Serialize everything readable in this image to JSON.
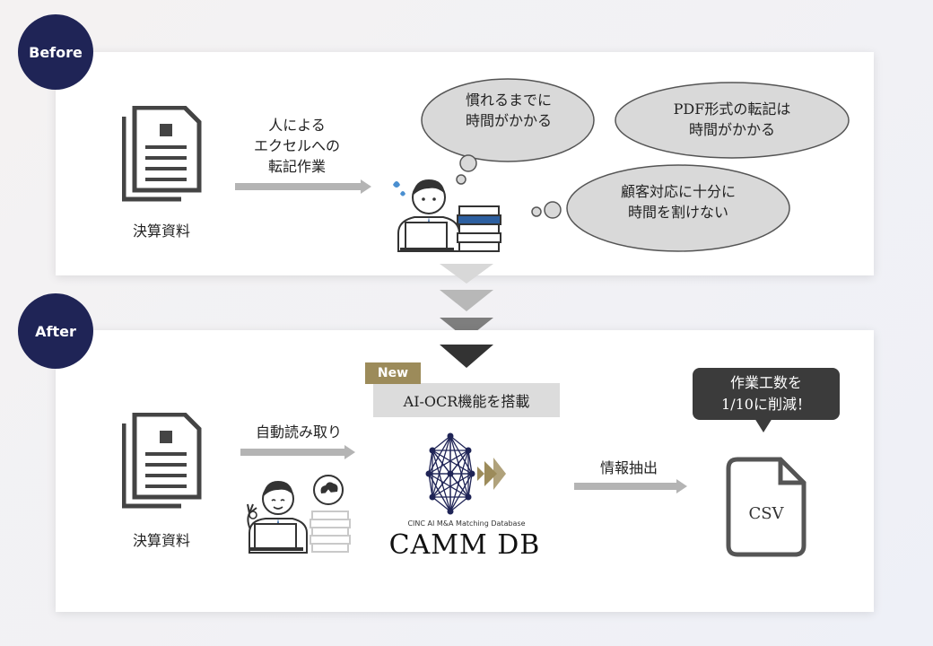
{
  "before": {
    "badge": "Before",
    "arrow_label": [
      "人による",
      "エクセルへの",
      "転記作業"
    ],
    "document_label": "決算資料",
    "clouds": [
      [
        "慣れるまでに",
        "時間がかかる"
      ],
      [
        "PDF形式の転記は",
        "時間がかかる"
      ],
      [
        "顧客対応に十分に",
        "時間を割けない"
      ]
    ]
  },
  "after": {
    "badge": "After",
    "document_label": "決算資料",
    "arrow_label_1": "自動読み取り",
    "new_tag": "New",
    "feature_label": "AI-OCR機能を搭載",
    "logo_subtitle": "CINC AI M&A Matching Database",
    "logo_title": "CAMM DB",
    "arrow_label_2": "情報抽出",
    "callout": [
      "作業工数を",
      "1/10に削減！"
    ],
    "output_label": "CSV"
  },
  "colors": {
    "badge": "#1f2456",
    "new_tag": "#9c8b5a",
    "callout": "#3b3b3b",
    "logo_network": "#1f2456",
    "logo_accent": "#9c8b5a"
  }
}
